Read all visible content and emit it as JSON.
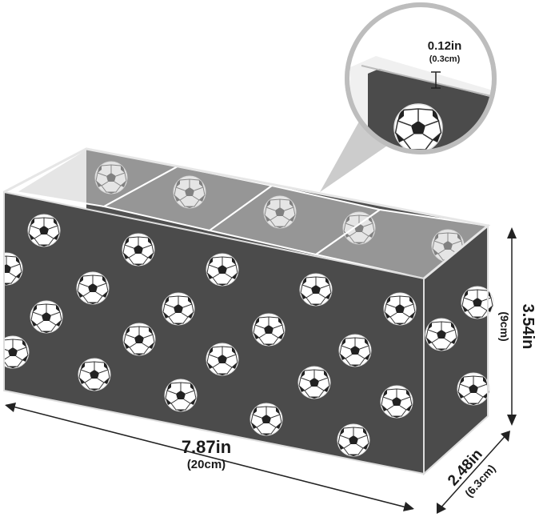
{
  "product": {
    "colors": {
      "panel": "#4b4b4b",
      "panel_dark": "#3d3d3d",
      "ball": "#ffffff",
      "ball_patch": "#222222",
      "acrylic": "#eeeeee"
    }
  },
  "dimensions": {
    "thickness": {
      "value": "0.12in",
      "metric": "(0.3cm)"
    },
    "height": {
      "value": "3.54in",
      "metric": "(9cm)"
    },
    "length": {
      "value": "7.87in",
      "metric": "(20cm)"
    },
    "depth": {
      "value": "2.48in",
      "metric": "(6.3cm)"
    }
  },
  "icons": {
    "ball": "soccer-ball-icon"
  }
}
